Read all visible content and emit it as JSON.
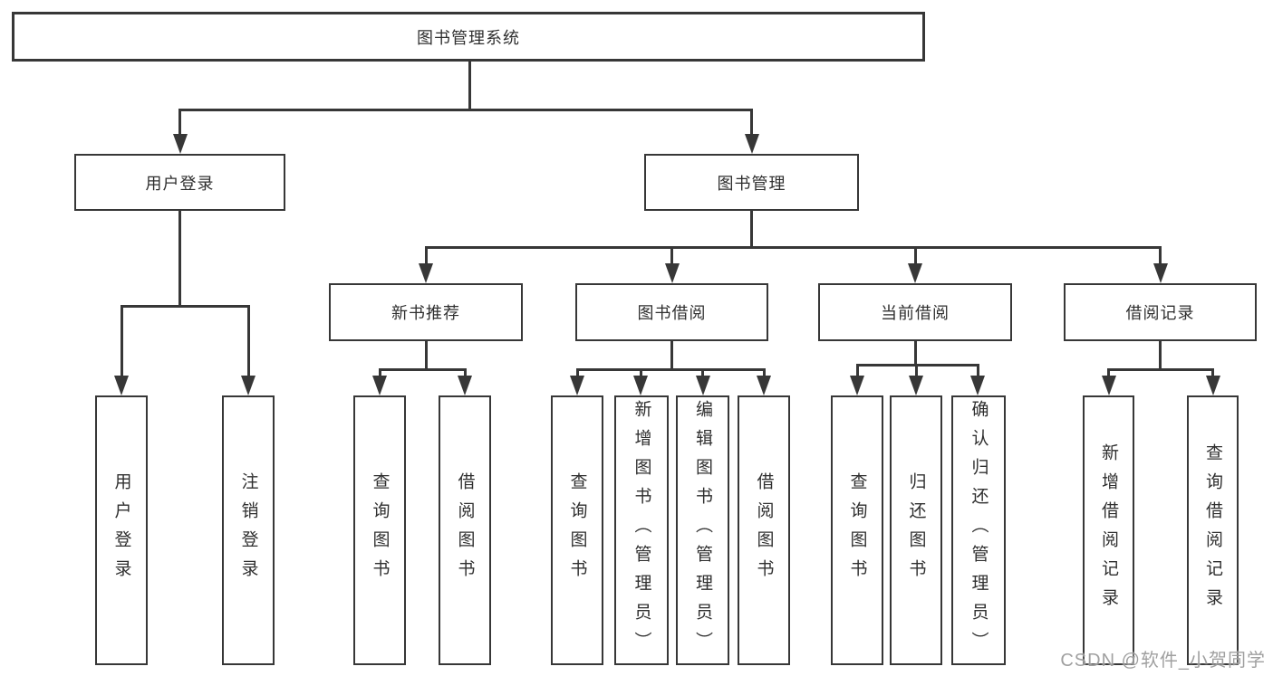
{
  "diagram": {
    "root": {
      "label": "图书管理系统"
    },
    "level2": [
      {
        "label": "用户登录"
      },
      {
        "label": "图书管理"
      }
    ],
    "level3": [
      {
        "label": "新书推荐",
        "parent": "图书管理"
      },
      {
        "label": "图书借阅",
        "parent": "图书管理"
      },
      {
        "label": "当前借阅",
        "parent": "图书管理"
      },
      {
        "label": "借阅记录",
        "parent": "图书管理"
      }
    ],
    "leaves": [
      {
        "label": "用户登录",
        "parent": "用户登录"
      },
      {
        "label": "注销登录",
        "parent": "用户登录"
      },
      {
        "label": "查询图书",
        "parent": "新书推荐"
      },
      {
        "label": "借阅图书",
        "parent": "新书推荐"
      },
      {
        "label": "查询图书",
        "parent": "图书借阅"
      },
      {
        "label": "新增图书（管理员）",
        "parent": "图书借阅"
      },
      {
        "label": "编辑图书（管理员）",
        "parent": "图书借阅"
      },
      {
        "label": "借阅图书",
        "parent": "图书借阅"
      },
      {
        "label": "查询图书",
        "parent": "当前借阅"
      },
      {
        "label": "归还图书",
        "parent": "当前借阅"
      },
      {
        "label": "确认归还（管理员）",
        "parent": "当前借阅"
      },
      {
        "label": "新增借阅记录",
        "parent": "借阅记录"
      },
      {
        "label": "查询借阅记录",
        "parent": "借阅记录"
      }
    ],
    "watermark": "CSDN @软件_小贺同学",
    "colors": {
      "line": "#373737",
      "box_background": "#ffffff",
      "page_background": "#ffffff",
      "text": "#2f2f2f",
      "watermark": "#969696"
    }
  }
}
